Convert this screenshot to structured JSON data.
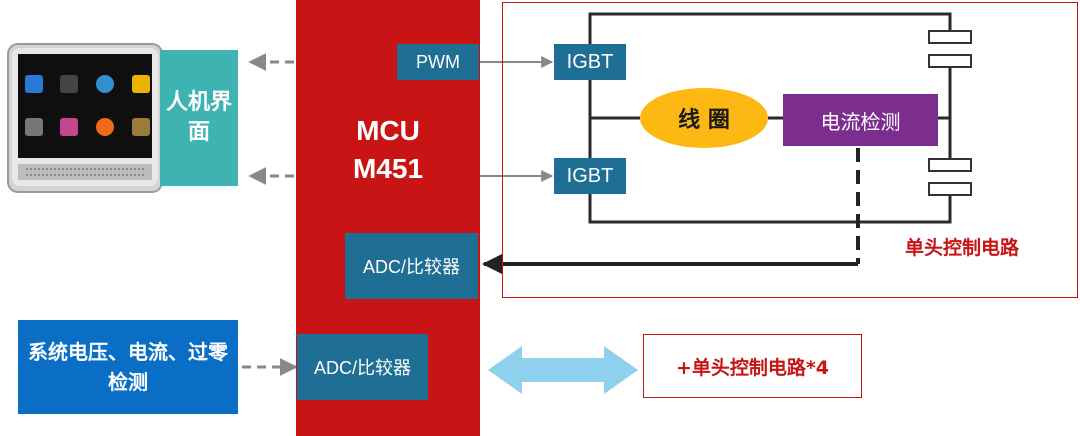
{
  "mcu": {
    "line1": "MCU",
    "line2": "M451"
  },
  "blocks": {
    "pwm": "PWM",
    "igbt_top": "IGBT",
    "igbt_bottom": "IGBT",
    "adc_upper": "ADC/比较器",
    "adc_lower": "ADC/比较器",
    "coil": "线 圈",
    "current_sense": "电流检测"
  },
  "hmi": {
    "label": "人机界面"
  },
  "system_sense": {
    "label": "系统电压、电流、过零检测"
  },
  "single_circuit": {
    "label": "单头控制电路"
  },
  "multi_circuit": {
    "label": "+单头控制电路*4"
  },
  "colors": {
    "mcu_red": "#c81414",
    "block_blue": "#1f6f94",
    "hmi_teal": "#3fb2b2",
    "system_blue": "#0a6fc4",
    "coil_yellow": "#fdb813",
    "sense_purple": "#7b2e8e",
    "arrow_lightblue": "#8fd0ee"
  }
}
